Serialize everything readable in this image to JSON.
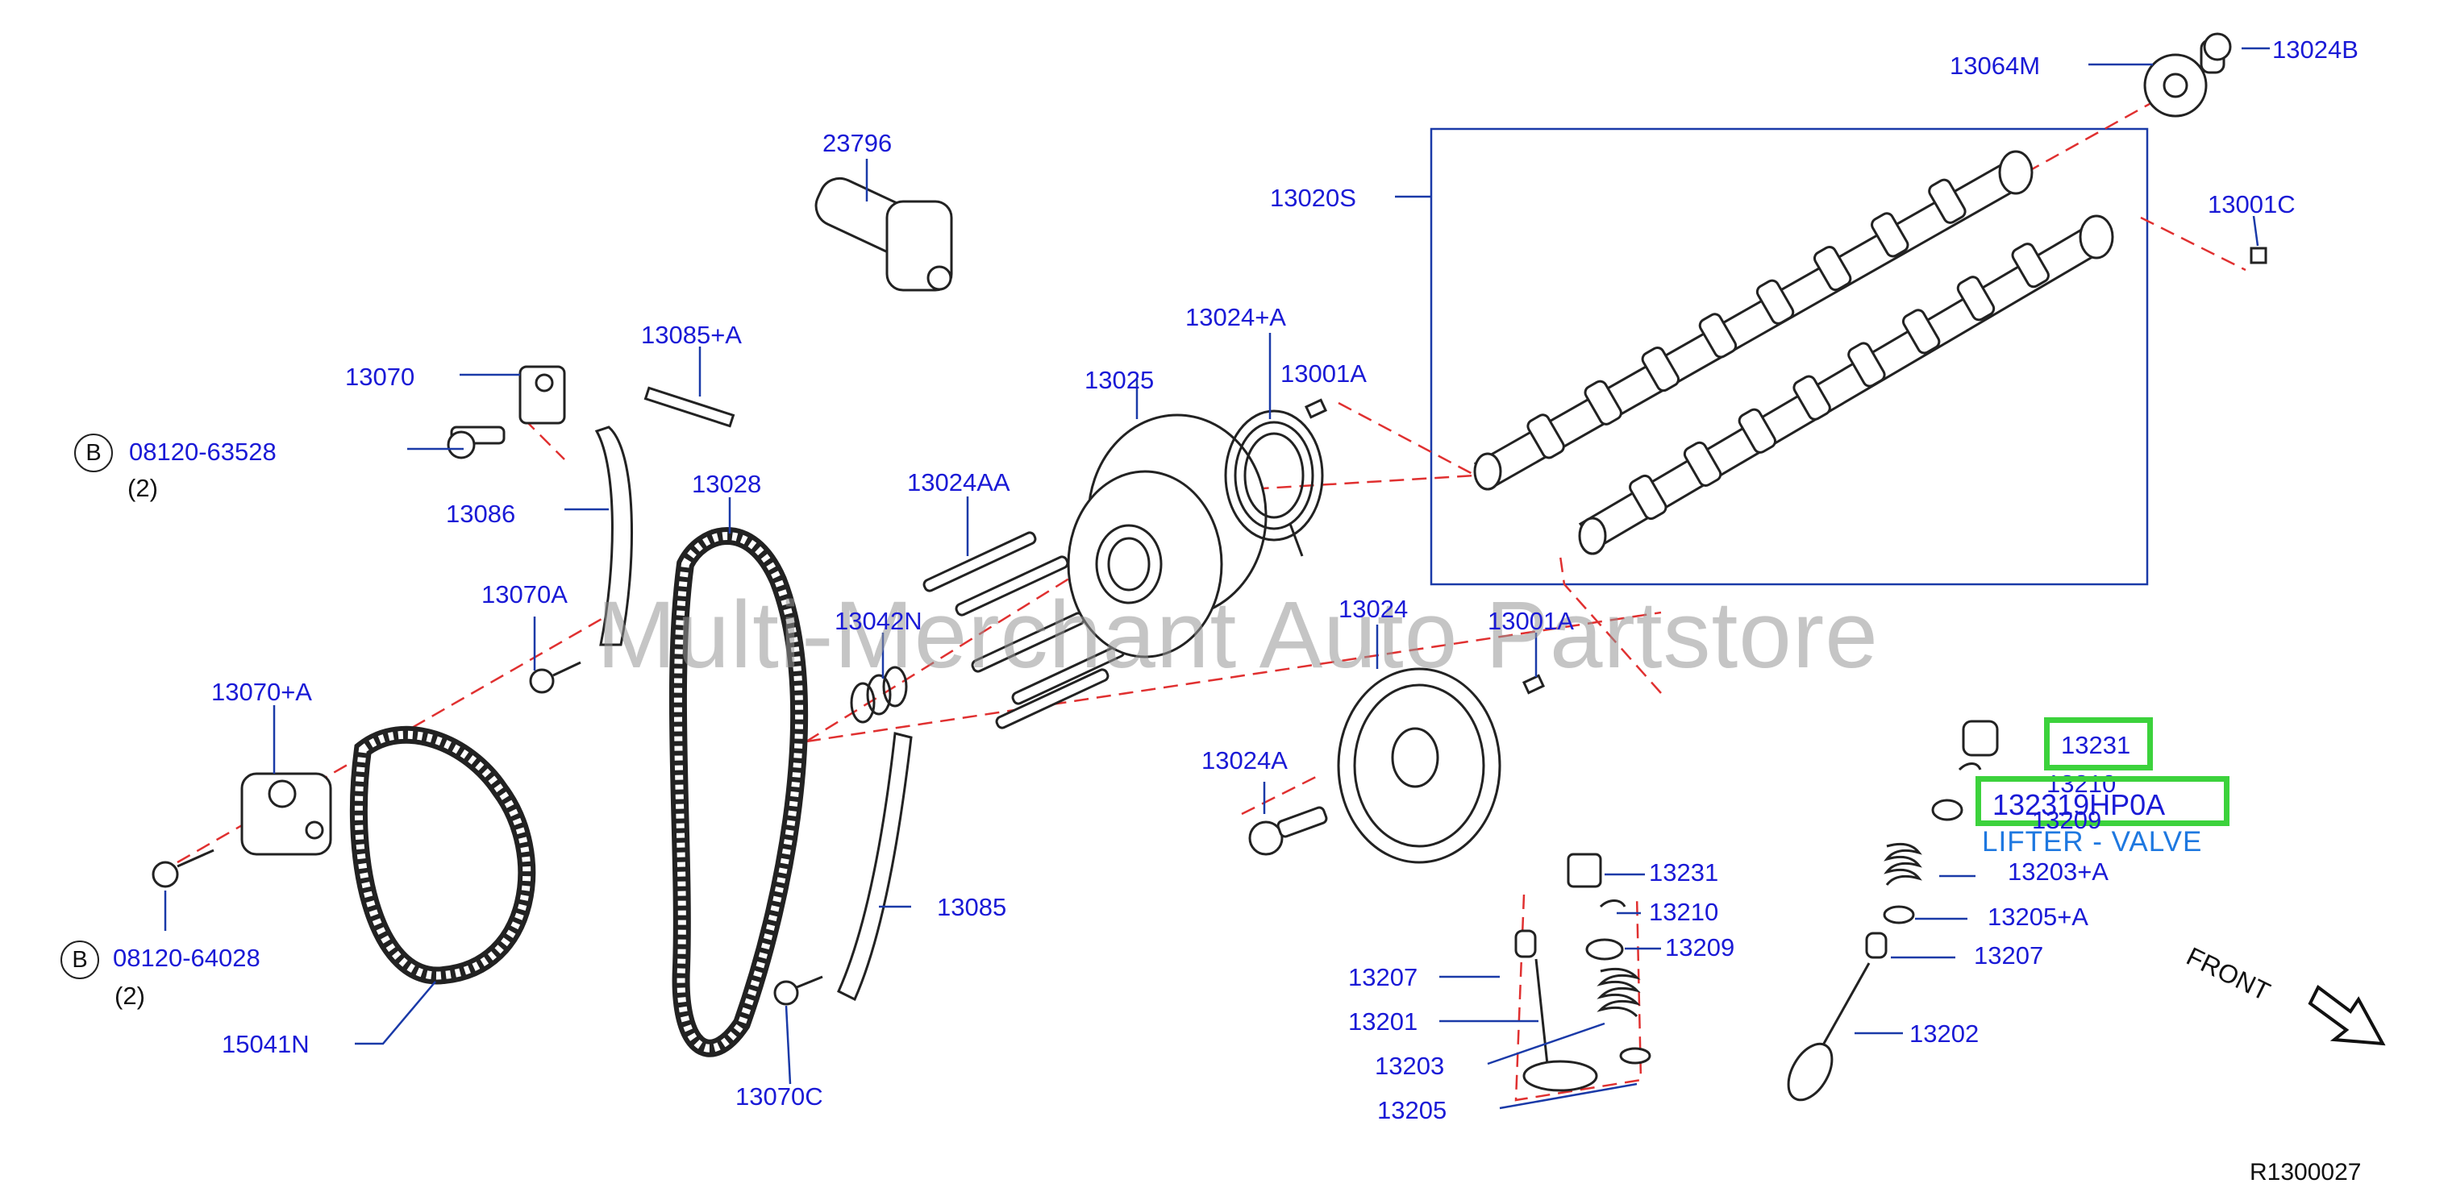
{
  "watermark": "Multi-Merchant Auto Partstore",
  "diagram_ref": "R1300027",
  "front_label": "FRONT",
  "highlight": {
    "part_number": "13231",
    "selected_part": "13231-9HP0A",
    "selected_part_display": "132319HP0A",
    "description": "LIFTER - VALVE",
    "accent_color": "#3cd23c"
  },
  "callouts": {
    "c13064M": "13064M",
    "c13024B": "13024B",
    "c13020S": "13020S",
    "c13001C": "13001C",
    "c23796": "23796",
    "c13085A": "13085+A",
    "c13024plusA": "13024+A",
    "c13070": "13070",
    "c13001A_top": "13001A",
    "c13025": "13025",
    "c08120_63528": "08120-63528",
    "qty_top": "(2)",
    "c13028": "13028",
    "c13024AA": "13024AA",
    "c13086": "13086",
    "c13070A": "13070A",
    "c13042N": "13042N",
    "c13024": "13024",
    "c13001A_mid": "13001A",
    "c13070plusA": "13070+A",
    "c13024A": "13024A",
    "c13210_right": "13210",
    "c13209_right": "13209",
    "c13203plusA": "13203+A",
    "c13231_left": "13231",
    "c13210_left": "13210",
    "c13205plusA": "13205+A",
    "c13085": "13085",
    "c13209_left": "13209",
    "c13207_right": "13207",
    "c08120_64028": "08120-64028",
    "qty_bottom": "(2)",
    "c13207_left": "13207",
    "c13201": "13201",
    "c13202": "13202",
    "c15041N": "15041N",
    "c13203": "13203",
    "c13070C": "13070C",
    "c13205": "13205"
  },
  "circle_marks": {
    "top": "B",
    "bottom": "B"
  }
}
